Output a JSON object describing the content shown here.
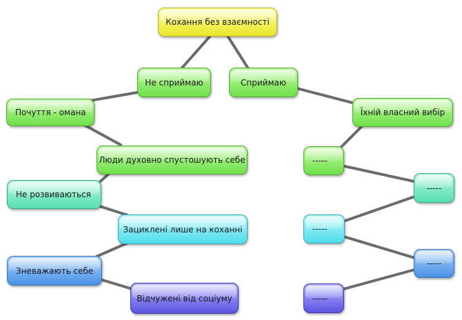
{
  "diagram": {
    "root": "Кохання без взаємності",
    "branch_left": "Не сприймаю",
    "branch_right": "Сприймаю",
    "left_chain": [
      "Почуття - омана",
      "Люди духовно спустошують себе",
      "Не розвиваються",
      "Зациклені лише на коханні",
      "Зневажають себе",
      "Відчужені від соціуму"
    ],
    "right_head": "Їхній власний вибір",
    "right_placeholders": [
      "-----",
      "-----",
      "-----",
      "-----",
      "-----"
    ]
  }
}
